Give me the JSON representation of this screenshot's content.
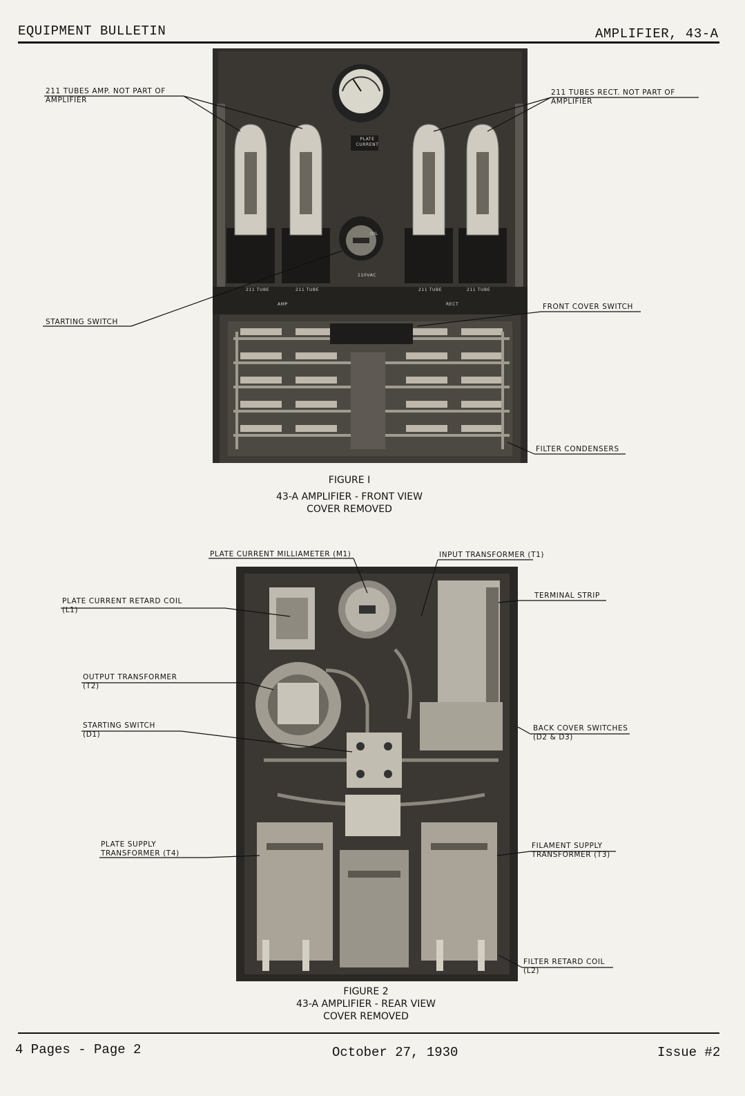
{
  "header": {
    "left": "EQUIPMENT BULLETIN",
    "right": "AMPLIFIER, 43-A"
  },
  "figure1": {
    "labels": {
      "tubes_amp_1": "211 TUBES AMP. NOT PART OF",
      "tubes_amp_2": "AMPLIFIER",
      "tubes_rect_1": "211 TUBES RECT. NOT PART OF",
      "tubes_rect_2": "AMPLIFIER",
      "starting_switch": "STARTING SWITCH",
      "front_cover_switch": "FRONT COVER SWITCH",
      "filter_condensers": "FILTER CONDENSERS"
    },
    "panel_text": {
      "plate_current_1": "PLATE",
      "plate_current_2": "CURRENT",
      "tube_1": "211 TUBE",
      "tube_2": "211 TUBE",
      "tube_3": "211 TUBE",
      "tube_4": "211 TUBE",
      "voltage": "110VAC",
      "oil": "OIL",
      "amp": "AMP",
      "rect": "RECT"
    },
    "caption": {
      "line1": "FIGURE I",
      "line2": "43-A AMPLIFIER  - FRONT VIEW",
      "line3": "COVER REMOVED"
    }
  },
  "figure2": {
    "labels": {
      "plate_current_milliameter": "PLATE CURRENT MILLIAMETER (M1)",
      "input_transformer": "INPUT TRANSFORMER (T1)",
      "plate_current_retard_coil_1": "PLATE CURRENT RETARD COIL",
      "plate_current_retard_coil_2": "(L1)",
      "terminal_strip": "TERMINAL STRIP",
      "output_transformer_1": "OUTPUT TRANSFORMER",
      "output_transformer_2": "(T2)",
      "starting_switch_1": "STARTING SWITCH",
      "starting_switch_2": "(D1)",
      "back_cover_switches_1": "BACK COVER SWITCHES",
      "back_cover_switches_2": "(D2 & D3)",
      "plate_supply_1": "PLATE SUPPLY",
      "plate_supply_2": "TRANSFORMER (T4)",
      "filament_supply_1": "FILAMENT SUPPLY",
      "filament_supply_2": "TRANSFORMER (T3)",
      "filter_retard_coil_1": "FILTER RETARD COIL",
      "filter_retard_coil_2": "(L2)"
    },
    "caption": {
      "line1": "FIGURE 2",
      "line2": "43-A AMPLIFIER - REAR VIEW",
      "line3": "COVER REMOVED"
    }
  },
  "footer": {
    "left": "4 Pages - Page 2",
    "center": "October 27, 1930",
    "right": "Issue #2"
  }
}
